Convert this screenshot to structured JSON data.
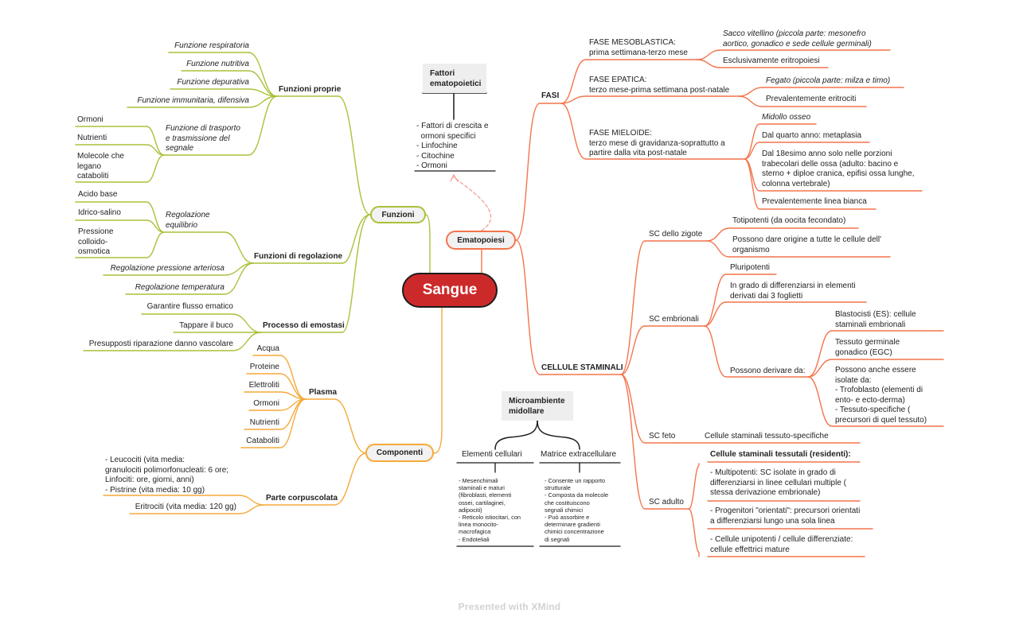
{
  "root": "Sangue",
  "footer": "Presented with XMind",
  "funzioni": {
    "label": "Funzioni",
    "proprie": {
      "label": "Funzioni proprie",
      "items": [
        "Funzione respiratoria",
        "Funzione nutritiva",
        "Funzione depurativa",
        "Funzione immunitaria, difensiva"
      ],
      "trasporto": {
        "label": "Funzione di trasporto\ne trasmissione del\nsegnale",
        "items": [
          "Ormoni",
          "Nutrienti",
          "Molecole che\nlegano\ncataboliti"
        ]
      }
    },
    "regolazione": {
      "label": "Funzioni di regolazione",
      "equilibrio": {
        "label": "Regolazione\nequilibrio",
        "items": [
          "Acido base",
          "Idrico-salino",
          "Pressione\ncolloido-\nosmotica"
        ]
      },
      "items": [
        "Regolazione pressione arteriosa",
        "Regolazione temperatura"
      ]
    },
    "emostasi": {
      "label": "Processo di emostasi",
      "items": [
        "Garantire flusso ematico",
        "Tappare il buco",
        "Presupposti riparazione danno vascolare"
      ]
    }
  },
  "componenti": {
    "label": "Componenti",
    "plasma": {
      "label": "Plasma",
      "items": [
        "Acqua",
        "Proteine",
        "Elettroliti",
        "Ormoni",
        "Nutrienti",
        "Cataboliti"
      ]
    },
    "corpuscolata": {
      "label": "Parte corpuscolata",
      "items": [
        "- Leucociti (vita media:\ngranulociti polimorfonucleati: 6 ore;\nLinfociti: ore, giorni, anni)\n- Pistrine (vita media: 10 gg)",
        "Eritrociti (vita media: 120 gg)"
      ]
    }
  },
  "fattori": {
    "title": "Fattori\nematopoietici",
    "text": "- Fattori di crescita e\n  ormoni specifici\n- Linfochine\n- Citochine\n- Ormoni"
  },
  "ematopoiesi": {
    "label": "Ematopoiesi",
    "fasi": {
      "label": "FASI",
      "mesoblastica": {
        "label": "FASE MESOBLASTICA:\nprima settimana-terzo mese",
        "items": [
          "Sacco vitellino (piccola parte: mesonefro\naortico, gonadico e sede cellule germinali)",
          "Esclusivamente eritropoiesi"
        ]
      },
      "epatica": {
        "label": "FASE EPATICA:\nterzo mese-prima settimana post-natale",
        "items": [
          "Fegato (piccola parte: milza e timo)",
          "Prevalentemente eritrociti"
        ]
      },
      "mieloide": {
        "label": "FASE MIELOIDE:\nterzo mese di gravidanza-soprattutto a\npartire dalla vita post-natale",
        "items": [
          "Midollo osseo",
          "Dal quarto anno: metaplasia",
          "Dal 18esimo anno solo nelle porzioni\ntrabecolari delle ossa (adulto: bacino e\nsterno + diploe cranica, epifisi ossa lunghe,\ncolonna vertebrale)",
          "Prevalentemente linea bianca"
        ]
      }
    },
    "staminali": {
      "label": "CELLULE STAMINALI",
      "zigote": {
        "label": "SC dello zigote",
        "items": [
          "Totipotenti (da oocita fecondato)",
          "Possono dare origine a tutte le cellule dell'\norganismo"
        ]
      },
      "embrionali": {
        "label": "SC embrionali",
        "items": [
          "Pluripotenti",
          "In grado di differenziarsi in elementi\nderivati dai 3 foglietti"
        ],
        "derivare": {
          "label": "Possono derivare da:",
          "items": [
            "Blastocisti (ES): cellule\nstaminali embrionali",
            "Tessuto germinale\ngonadico (EGC)",
            "Possono anche essere\nisolate da:\n- Trofoblasto (elementi di\nento- e ecto-derma)\n- Tessuto-specifiche (\nprecursori di quel tessuto)"
          ]
        }
      },
      "feto": {
        "label": "SC feto",
        "item": "Cellule staminali tessuto-specifiche"
      },
      "adulto": {
        "label": "SC adulto",
        "title": "Cellule staminali tessutali (residenti):",
        "items": [
          "- Multipotenti: SC isolate in grado di\ndifferenziarsi in linee cellulari multiple (\nstessa derivazione embrionale)",
          "- Progenitori \"orientati\": precursori orientati\na differenziarsi lungo una sola linea",
          "- Cellule unipotenti / cellule differenziate:\ncellule effettrici mature"
        ]
      }
    }
  },
  "microambiente": {
    "title": "Microambiente\nmidollare",
    "elementi": {
      "label": "Elementi cellulari",
      "text": "- Mesenchimali\nstaminali e maturi\n(fibroblasti, elementi\nossei, cartilaginei,\nadipociti)\n- Reticolo istiocitari, con\nlinea monocito-\nmacrofagica\n- Endoteliali"
    },
    "matrice": {
      "label": "Matrice extracellulare",
      "text": "- Consente un rapporto\nstrutturale\n- Composta da molecole\nche costituiscono\nsegnali chimici\n- Può assorbire e\ndeterminare gradienti\nchimici concentrazione\ndi segnali"
    }
  },
  "colors": {
    "green": "#a8c23a",
    "orange": "#f5a93a",
    "coral": "#f4744c",
    "root": "#cc2a2a"
  }
}
